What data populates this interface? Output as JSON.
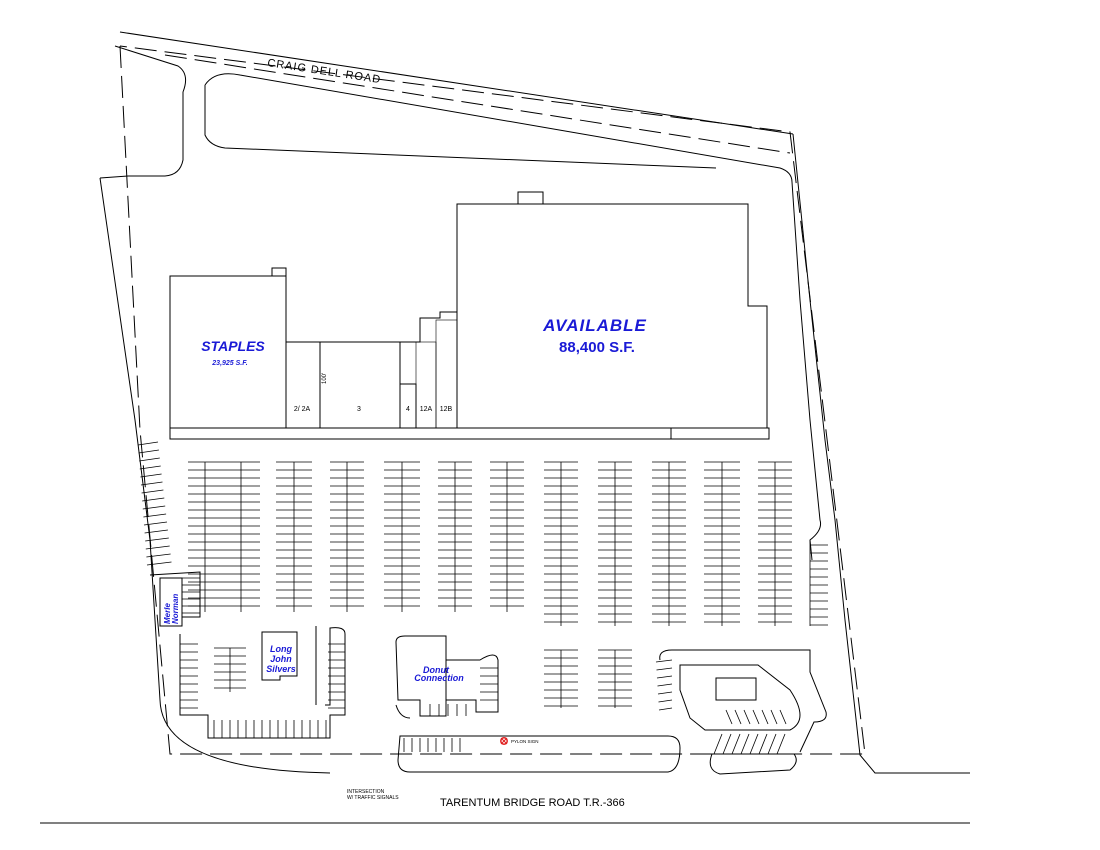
{
  "roads": {
    "north": "CRAIG DELL ROAD",
    "south": "TARENTUM BRIDGE ROAD T.R.-366",
    "intersection_line1": "INTERSECTION",
    "intersection_line2": "W/ TRAFFIC SIGNALS"
  },
  "tenants": {
    "staples_name": "STAPLES",
    "staples_area": "23,925 S.F.",
    "available_name": "AVAILABLE",
    "available_area": "88,400 S.F.",
    "long_john_1": "Long",
    "long_john_2": "John",
    "long_john_3": "Silvers",
    "donut_1": "Donut",
    "donut_2": "Connection",
    "merle_1": "Merle",
    "merle_2": "Norman"
  },
  "units": [
    "2/ 2A",
    "3",
    "4",
    "12A",
    "12B"
  ],
  "dimension_label": "100'",
  "pylon_label": "PYLON SIGN",
  "colors": {
    "tenant_text": "#1a1ad6",
    "line": "#000000",
    "pylon": "#e02020"
  }
}
